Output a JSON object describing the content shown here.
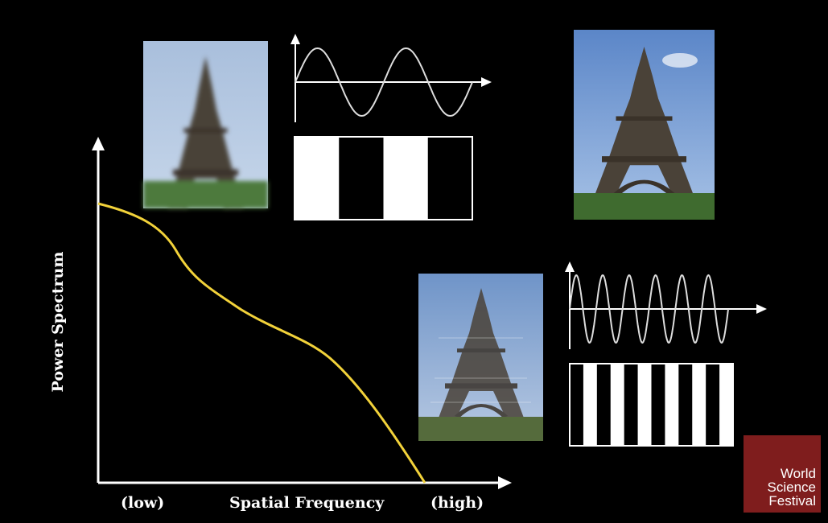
{
  "labels": {
    "y_axis": "Power Spectrum",
    "x_axis": "Spatial Frequency",
    "x_low": "(low)",
    "x_high": "(high)"
  },
  "logo": {
    "line1": "World",
    "line2": "Science",
    "line3": "Festival"
  },
  "colors": {
    "background": "#000000",
    "curve": "#f2d23a",
    "axes": "#ffffff",
    "logo_bg": "#7f1d1d"
  },
  "images": [
    {
      "name": "eiffel-tower-blurred-photo",
      "variant": "low-frequency"
    },
    {
      "name": "eiffel-tower-original-photo",
      "variant": "original"
    },
    {
      "name": "eiffel-tower-edges-photo",
      "variant": "high-frequency"
    }
  ],
  "low_frequency_example": {
    "wave_cycles": 2,
    "bar_pattern": [
      "white",
      "black",
      "white",
      "black"
    ]
  },
  "high_frequency_example": {
    "wave_cycles": 6,
    "bar_pattern": [
      "black",
      "white",
      "black",
      "white",
      "black",
      "white",
      "black",
      "white",
      "black",
      "white",
      "black",
      "white"
    ]
  }
}
